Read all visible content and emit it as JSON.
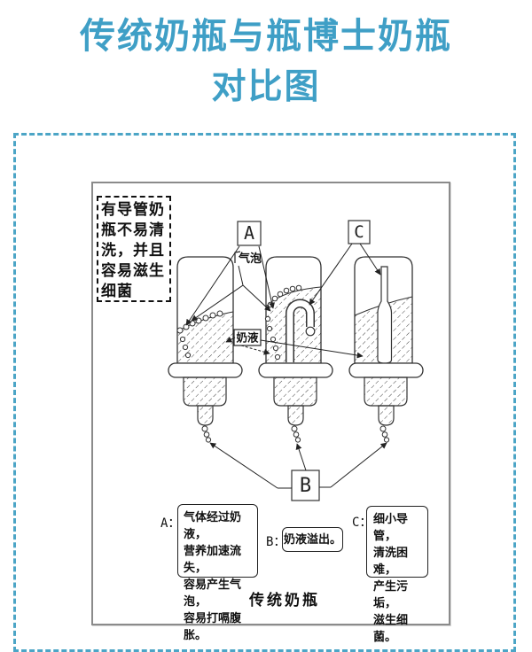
{
  "title": {
    "line1": "传统奶瓶与瓶博士奶瓶",
    "line2": "对比图"
  },
  "colors": {
    "title_blue": "#3f9fc6",
    "frame_dash_blue": "#4ca5c6",
    "diagram_border_gray": "#8b8b8b",
    "line_black": "#222222"
  },
  "note_box": {
    "lines": [
      "有导管奶",
      "瓶不易清",
      "洗，并且",
      "容易滋生",
      "细菌"
    ]
  },
  "diagram": {
    "marker_a": "A",
    "marker_b": "B",
    "marker_c": "C",
    "label_bubbles": "气泡",
    "label_milk": "奶液",
    "caption": "传统奶瓶"
  },
  "legend": {
    "a_prefix": "A：",
    "a_lines": [
      "气体经过奶液，",
      "营养加速流失，",
      "容易产生气泡，",
      "容易打嗝腹胀。"
    ],
    "b_prefix": "B：",
    "b_text": "奶液溢出。",
    "c_prefix": "C：",
    "c_lines": [
      "细小导管，",
      "清洗困难，",
      "产生污垢，",
      "滋生细菌。"
    ]
  }
}
